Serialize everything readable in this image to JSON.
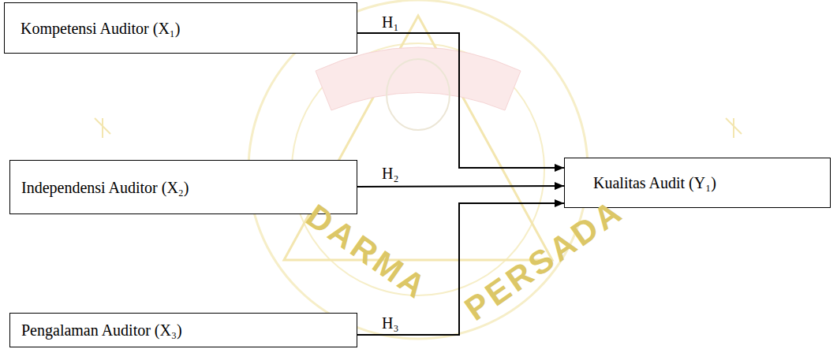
{
  "diagram": {
    "nodes": [
      {
        "text": [
          "Kompetensi Auditor (X₁)"
        ]
      },
      {
        "text": [
          "Independensi Auditor (X₂)"
        ]
      },
      {
        "text": [
          "Pengalaman Auditor (X₃)"
        ]
      },
      {
        "text": [
          "Kualitas Audit (Y₁)"
        ]
      }
    ],
    "edges": [
      {
        "from": 0,
        "to": 3,
        "label": "H₁",
        "arrow": "to"
      },
      {
        "from": 1,
        "to": 3,
        "label": "H₂",
        "arrow": "to"
      },
      {
        "from": 2,
        "to": 3,
        "label": "H₃",
        "arrow": "to"
      }
    ],
    "labels": [
      "DARMA",
      "PERSADA"
    ]
  }
}
